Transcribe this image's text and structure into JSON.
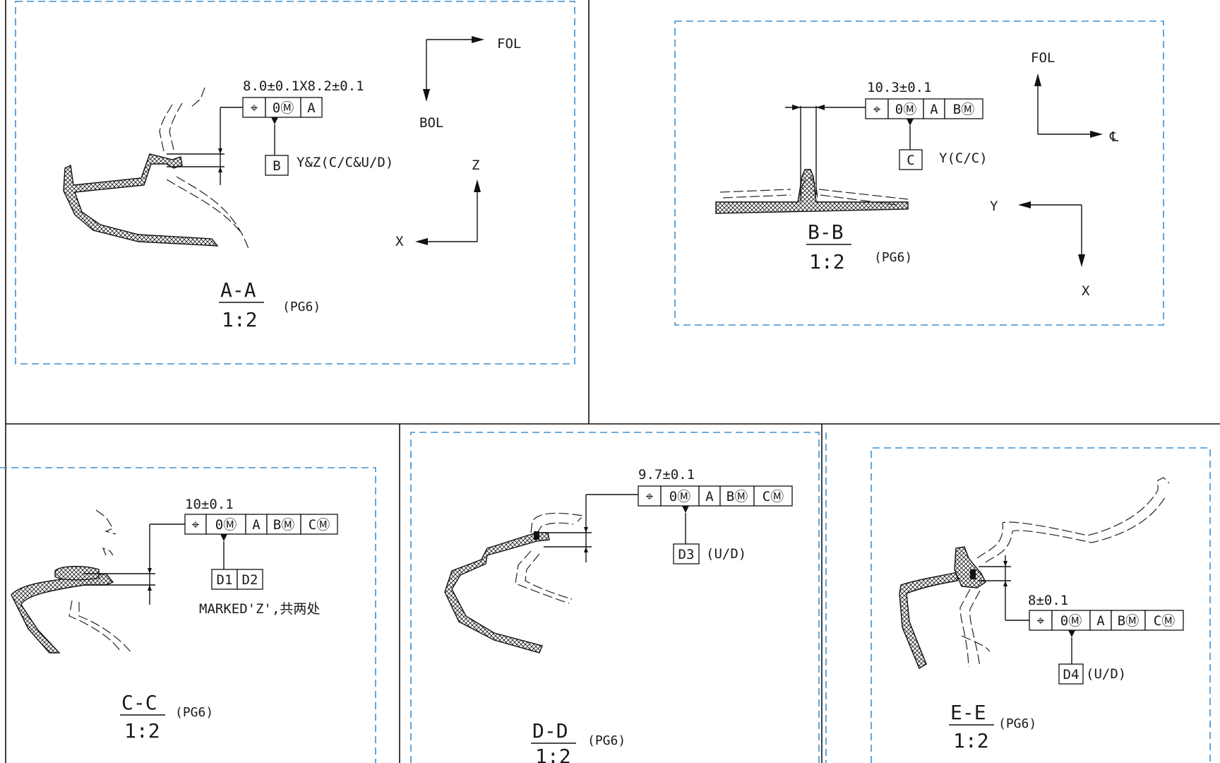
{
  "views": {
    "aa": {
      "section": "A-A",
      "scale": "1:2",
      "sheet": "(PG6)",
      "dimension": "8.0±0.1X8.2±0.1",
      "frame": [
        "⌖",
        "0Ⓜ",
        "A"
      ],
      "datum": "B",
      "datum_note": "Y&Z(C/C&U/D)",
      "axis_fol": "FOL",
      "axis_bol": "BOL",
      "axis_z": "Z",
      "axis_x": "X"
    },
    "bb": {
      "section": "B-B",
      "scale": "1:2",
      "sheet": "(PG6)",
      "dimension": "10.3±0.1",
      "frame": [
        "⌖",
        "0Ⓜ",
        "A",
        "BⓂ"
      ],
      "datum": "C",
      "datum_note": "Y(C/C)",
      "axis_fol": "FOL",
      "axis_cl": "℄",
      "axis_y": "Y",
      "axis_x": "X"
    },
    "cc": {
      "section": "C-C",
      "scale": "1:2",
      "sheet": "(PG6)",
      "dimension": "10±0.1",
      "frame": [
        "⌖",
        "0Ⓜ",
        "A",
        "BⓂ",
        "CⓂ"
      ],
      "datum_1": "D1",
      "datum_2": "D2",
      "note": "MARKED'Z',共两处"
    },
    "dd": {
      "section": "D-D",
      "scale": "1:2",
      "sheet": "(PG6)",
      "dimension": "9.7±0.1",
      "frame": [
        "⌖",
        "0Ⓜ",
        "A",
        "BⓂ",
        "CⓂ"
      ],
      "datum": "D3",
      "datum_note": "(U/D)"
    },
    "ee": {
      "section": "E-E",
      "scale": "1:2",
      "sheet": "(PG6)",
      "dimension": "8±0.1",
      "frame": [
        "⌖",
        "0Ⓜ",
        "A",
        "BⓂ",
        "CⓂ"
      ],
      "datum": "D4",
      "datum_note": "(U/D)"
    }
  }
}
